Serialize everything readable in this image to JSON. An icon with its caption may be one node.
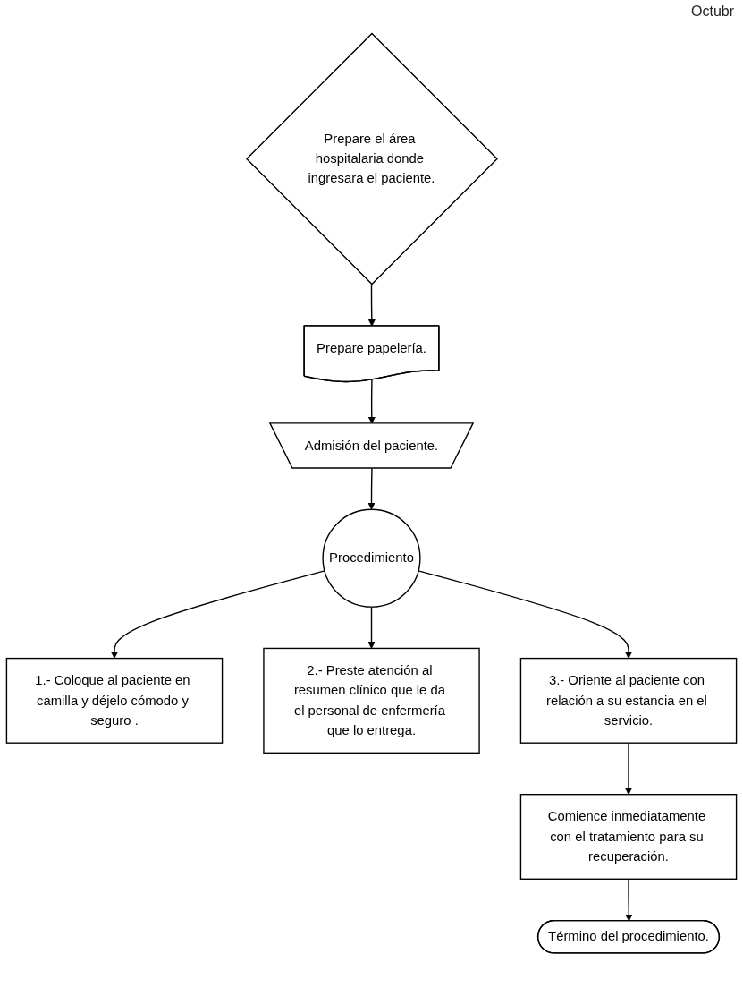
{
  "diagram": {
    "nodes": [
      {
        "text": [
          "Prepare el área hospitalaria donde ingresara el paciente."
        ]
      },
      {
        "text": [
          "Prepare papelería."
        ]
      },
      {
        "text": [
          "Admisión del paciente."
        ]
      },
      {
        "text": [
          "Procedimiento"
        ]
      },
      {
        "text": [
          "1.- Coloque al paciente en camilla y déjelo cómodo y seguro ."
        ]
      },
      {
        "text": [
          "2.- Preste atención al resumen clínico que le da el personal de enfermería que lo entrega."
        ]
      },
      {
        "text": [
          "3.- Oriente al paciente con relación a su estancia en el servicio."
        ]
      },
      {
        "text": [
          "Comience inmediatamente con el tratamiento para su recuperación."
        ]
      },
      {
        "text": [
          "Término del procedimiento."
        ]
      }
    ],
    "edges": [
      {
        "from": 0,
        "to": 1,
        "arrow": "to"
      },
      {
        "from": 1,
        "to": 2,
        "arrow": "to"
      },
      {
        "from": 2,
        "to": 3,
        "arrow": "to"
      },
      {
        "from": 3,
        "to": 4,
        "arrow": "to"
      },
      {
        "from": 3,
        "to": 5,
        "arrow": "to"
      },
      {
        "from": 3,
        "to": 6,
        "arrow": "to"
      },
      {
        "from": 6,
        "to": 7,
        "arrow": "to"
      },
      {
        "from": 7,
        "to": 8,
        "arrow": "to"
      }
    ],
    "labels": [
      "Octubr"
    ]
  }
}
